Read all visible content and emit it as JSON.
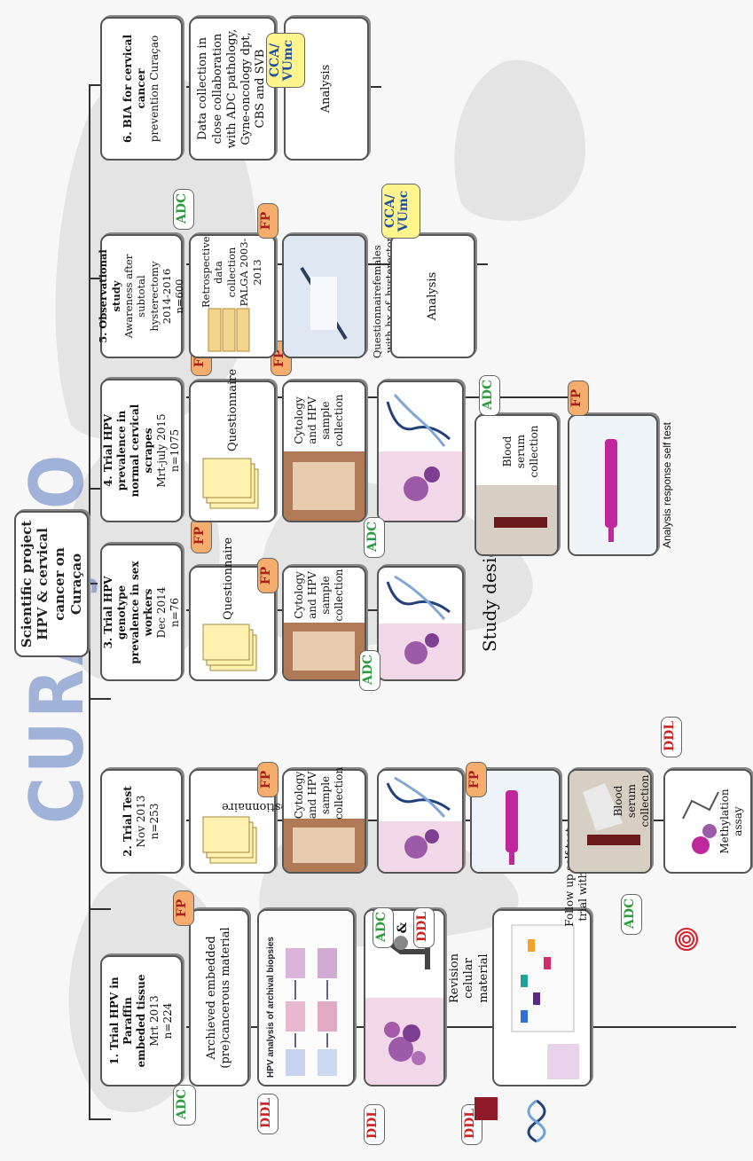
{
  "title": [
    "Scientific project",
    "HPV & cervical",
    "cancer on Curaçao"
  ],
  "watermark": "CURAÇAO",
  "caption": "Study design",
  "columns": [
    {
      "heading": [
        "1. Trial  HPV in Paraffin",
        "embeded tissue",
        "Mrt 2013",
        "n=224"
      ],
      "steps": [
        "Archieved embedded (pre)cancerous material",
        "HPV analysis of archival biopsies",
        "Revision celular material"
      ],
      "labels": [
        "ADC",
        "DDL",
        "DDL",
        "DDL"
      ]
    },
    {
      "heading": [
        "2. Trial Test",
        "Nov 2013",
        "n=253"
      ],
      "steps": [
        "Questionnaire",
        "Cytology and HPV sample collection",
        "Follow up self test trial with device",
        "Blood serum collection",
        "Methylation assay"
      ],
      "labels": [
        "FP",
        "FP",
        "ADC",
        "&",
        "DDL",
        "FP",
        "ADC",
        "DDL"
      ]
    },
    {
      "heading": [
        "3. Trial HPV genotype",
        "prevalence in sex workers",
        "Dec 2014",
        "n=76"
      ],
      "steps": [
        "Questionnaire",
        "Cytology and HPV sample collection"
      ],
      "labels": [
        "FP",
        "FP",
        "ADC"
      ]
    },
    {
      "heading": [
        "4. Trial HPV prevalence in",
        "normal cervical scrapes",
        "Mrt-july 2015",
        "n=1075"
      ],
      "steps": [
        "Questionnaire",
        "Cytology and HPV sample collection",
        "Blood serum collection",
        "Analysis response self test"
      ],
      "labels": [
        "FP",
        "FP",
        "ADC",
        "ADC",
        "FP"
      ]
    },
    {
      "heading": [
        "5. Observational study",
        "Awareness after subtotal",
        "hysterectomy",
        "2014-2016",
        "n=600"
      ],
      "steps": [
        "Retrospective data collection PALGA 2003-2013",
        "Questionnaire with hx of",
        "females hysterectomy",
        "Analysis"
      ],
      "labels": [
        "ADC",
        "FP",
        "CCA/",
        "VUmc"
      ]
    },
    {
      "heading": [
        "6. BIA for cervical cancer",
        "prevention Curaçao"
      ],
      "steps": [
        "Data collection in close collaboration with ADC pathology, Gyne-oncology dpt, CBS and SVB",
        "Analysis"
      ],
      "labels": [
        "CCA/",
        "VUmc"
      ]
    }
  ],
  "colors": {
    "fp": "#f5ad6e",
    "adc": "#2a9c3c",
    "ddl": "#cf1f1f",
    "cca": "#fff58c",
    "dna": "#22407a",
    "magenta": "#c0279a"
  }
}
